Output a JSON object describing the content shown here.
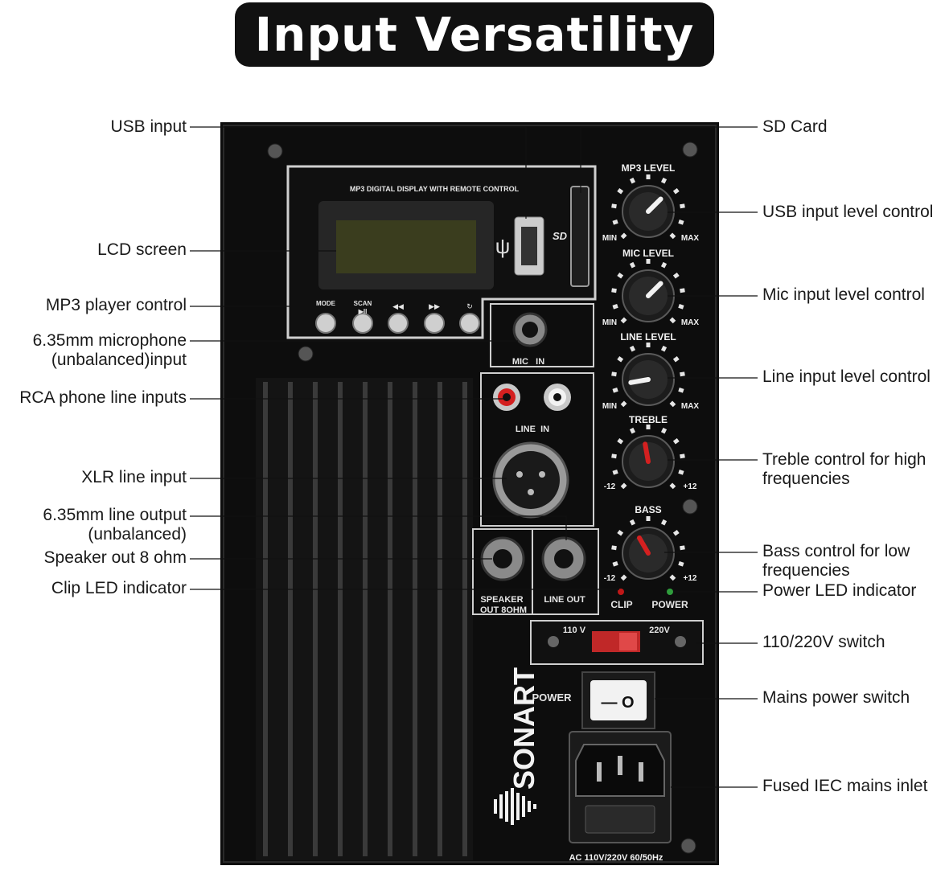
{
  "title": "Input Versatility",
  "panel": {
    "mp3_module_title": "MP3 DIGITAL DISPLAY WITH REMOTE CONTROL",
    "buttons": [
      "MODE",
      "SCAN",
      "",
      "",
      ""
    ],
    "scan_symbol": "▶II",
    "sd_logo": "SD",
    "knobs": [
      {
        "label": "MP3 LEVEL",
        "min": "MIN",
        "max": "MAX"
      },
      {
        "label": "MIC LEVEL",
        "min": "MIN",
        "max": "MAX"
      },
      {
        "label": "LINE LEVEL",
        "min": "MIN",
        "max": "MAX"
      },
      {
        "label": "TREBLE",
        "min": "-12",
        "max": "+12"
      },
      {
        "label": "BASS",
        "min": "-12",
        "max": "+12"
      }
    ],
    "mic_in": "MIC   IN",
    "line_in": "LINE  IN",
    "speaker_out": [
      "SPEAKER",
      "OUT 8OHM"
    ],
    "line_out": "LINE OUT",
    "clip": "CLIP",
    "power_led": "POWER",
    "voltage_110": "110 V",
    "voltage_220": "220V",
    "power_label": "POWER",
    "switch_symbols": "— O",
    "brand": "SONART",
    "ac_label": "AC 110V/220V 60/50Hz"
  },
  "callouts_left": [
    {
      "lines": [
        "USB input"
      ]
    },
    {
      "lines": [
        "LCD screen"
      ]
    },
    {
      "lines": [
        "MP3 player control"
      ]
    },
    {
      "lines": [
        "6.35mm microphone",
        "(unbalanced)input"
      ]
    },
    {
      "lines": [
        "RCA phone line inputs"
      ]
    },
    {
      "lines": [
        "XLR line input"
      ]
    },
    {
      "lines": [
        "6.35mm line output",
        "(unbalanced)"
      ]
    },
    {
      "lines": [
        "Speaker out 8 ohm"
      ]
    },
    {
      "lines": [
        "Clip LED indicator"
      ]
    }
  ],
  "callouts_right": [
    {
      "lines": [
        "SD Card"
      ]
    },
    {
      "lines": [
        "USB input level control"
      ]
    },
    {
      "lines": [
        "Mic input level control"
      ]
    },
    {
      "lines": [
        "Line input level control"
      ]
    },
    {
      "lines": [
        "Treble control for high",
        "frequencies"
      ]
    },
    {
      "lines": [
        "Bass control for low",
        "frequencies"
      ]
    },
    {
      "lines": [
        "Power LED indicator"
      ]
    },
    {
      "lines": [
        "110/220V switch"
      ]
    },
    {
      "lines": [
        "Mains power switch"
      ]
    },
    {
      "lines": [
        "Fused IEC mains inlet"
      ]
    }
  ],
  "colors": {
    "panel": "#0d0d0d",
    "accent_red": "#d42020",
    "led_red": "#c01818",
    "led_green": "#2f9c3c"
  }
}
